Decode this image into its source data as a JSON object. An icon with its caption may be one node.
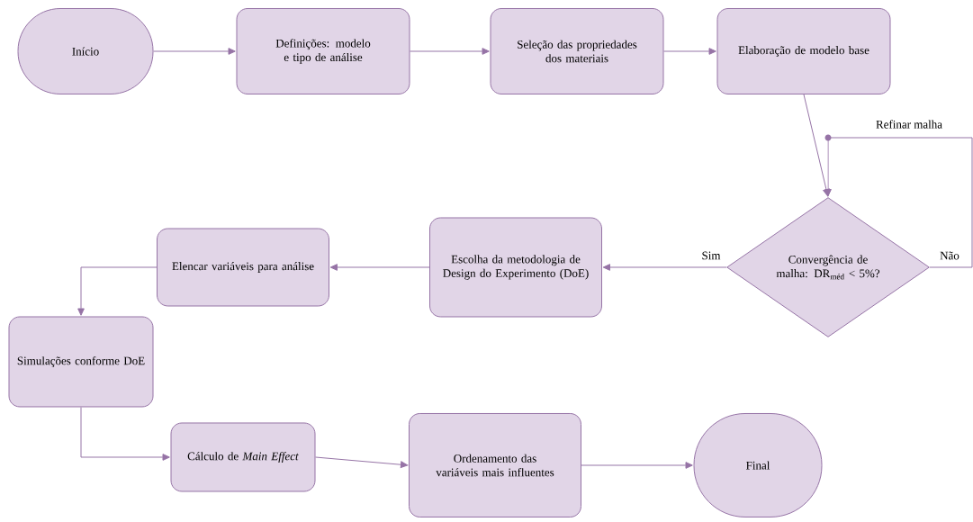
{
  "diagram": {
    "nodes": [
      {
        "text": [
          "Início"
        ]
      },
      {
        "text": [
          "Definições: modelo e tipo de análise"
        ]
      },
      {
        "text": [
          "Seleção das propriedades dos materiais"
        ]
      },
      {
        "text": [
          "Elaboração de modelo base"
        ]
      },
      {
        "text": [
          "Escolha da metodologia de Design do Experimento (DoE)"
        ]
      },
      {
        "text": [
          "Convergência de malha: DR$_{méd}$ < 5%?"
        ]
      },
      {
        "text": [
          "Elencar variáveis para análise"
        ]
      },
      {
        "text": [
          "Simulações conforme DoE"
        ]
      },
      {
        "text": [
          "Cálculo de *Main Effect*"
        ]
      },
      {
        "text": [
          "Ordenamento das variáveis mais influentes"
        ]
      },
      {
        "text": [
          "Final"
        ]
      }
    ],
    "edges": [
      {
        "from": 0,
        "to": 1,
        "arrow": "to"
      },
      {
        "from": 1,
        "to": 2,
        "arrow": "to"
      },
      {
        "from": 2,
        "to": 3,
        "arrow": "to"
      },
      {
        "from": 3,
        "to": 5,
        "arrow": "to"
      },
      {
        "from": 5,
        "to": 5,
        "arrow": "to",
        "label": "Não"
      },
      {
        "from": 5,
        "to": 4,
        "arrow": "to",
        "label": "Sim"
      },
      {
        "from": 4,
        "to": 6,
        "arrow": "to"
      },
      {
        "from": 6,
        "to": 7,
        "arrow": "to"
      },
      {
        "from": 7,
        "to": 8,
        "arrow": "to"
      },
      {
        "from": 8,
        "to": 9,
        "arrow": "to"
      },
      {
        "from": 9,
        "to": 10,
        "arrow": "to"
      }
    ],
    "labels": [
      "Refinar malha"
    ]
  }
}
